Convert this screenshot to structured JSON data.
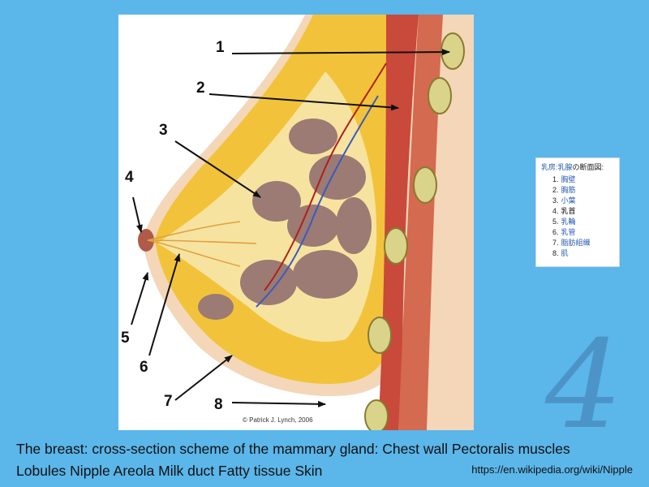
{
  "figure": {
    "labels": [
      "1",
      "2",
      "3",
      "4",
      "5",
      "6",
      "7",
      "8"
    ],
    "credit": "© Patrick J. Lynch, 2006"
  },
  "legend": {
    "title_link": "乳房:乳腺",
    "title_suffix": "の断面図:",
    "items": [
      {
        "num": "1.",
        "text": "胸壁"
      },
      {
        "num": "2.",
        "text": "胸筋"
      },
      {
        "num": "3.",
        "text": "小葉"
      },
      {
        "num": "4.",
        "text": "乳首"
      },
      {
        "num": "5.",
        "text": "乳輪"
      },
      {
        "num": "6.",
        "text": "乳管"
      },
      {
        "num": "7.",
        "text": "脂肪組織"
      },
      {
        "num": "8.",
        "text": "肌"
      }
    ]
  },
  "slide_number": "4",
  "caption": {
    "line1": "The breast: cross-section scheme of the mammary gland: Chest wall Pectoralis muscles",
    "line2": "Lobules Nipple Areola Milk duct Fatty tissue Skin"
  },
  "url": "https://en.wikipedia.org/wiki/Nipple",
  "colors": {
    "background": "#5bb6ea",
    "skin": "#f3d7b8",
    "fat": "#f2c33a",
    "muscle": "#c9493a",
    "lobule": "#9b7b73"
  }
}
